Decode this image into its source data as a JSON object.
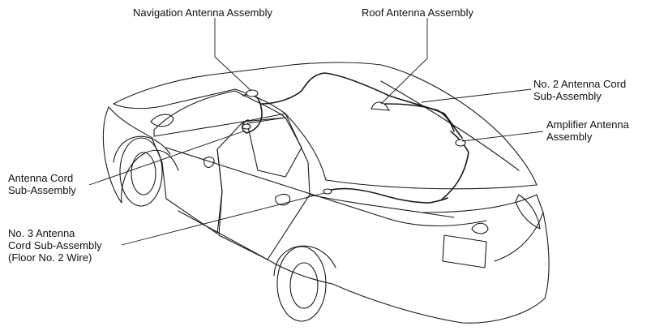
{
  "labels": {
    "navigation_antenna": "Navigation Antenna Assembly",
    "roof_antenna": "Roof Antenna Assembly",
    "no2_cord_line1": "No. 2 Antenna Cord",
    "no2_cord_line2": "Sub-Assembly",
    "amplifier_line1": "Amplifier Antenna",
    "amplifier_line2": "Assembly",
    "cord_line1": "Antenna Cord",
    "cord_line2": "Sub-Assembly",
    "no3_line1": "No. 3 Antenna",
    "no3_line2": "Cord Sub-Assembly",
    "no3_line3": "(Floor No. 2 Wire)"
  },
  "colors": {
    "line": "#1a1a1a",
    "background": "#ffffff"
  }
}
